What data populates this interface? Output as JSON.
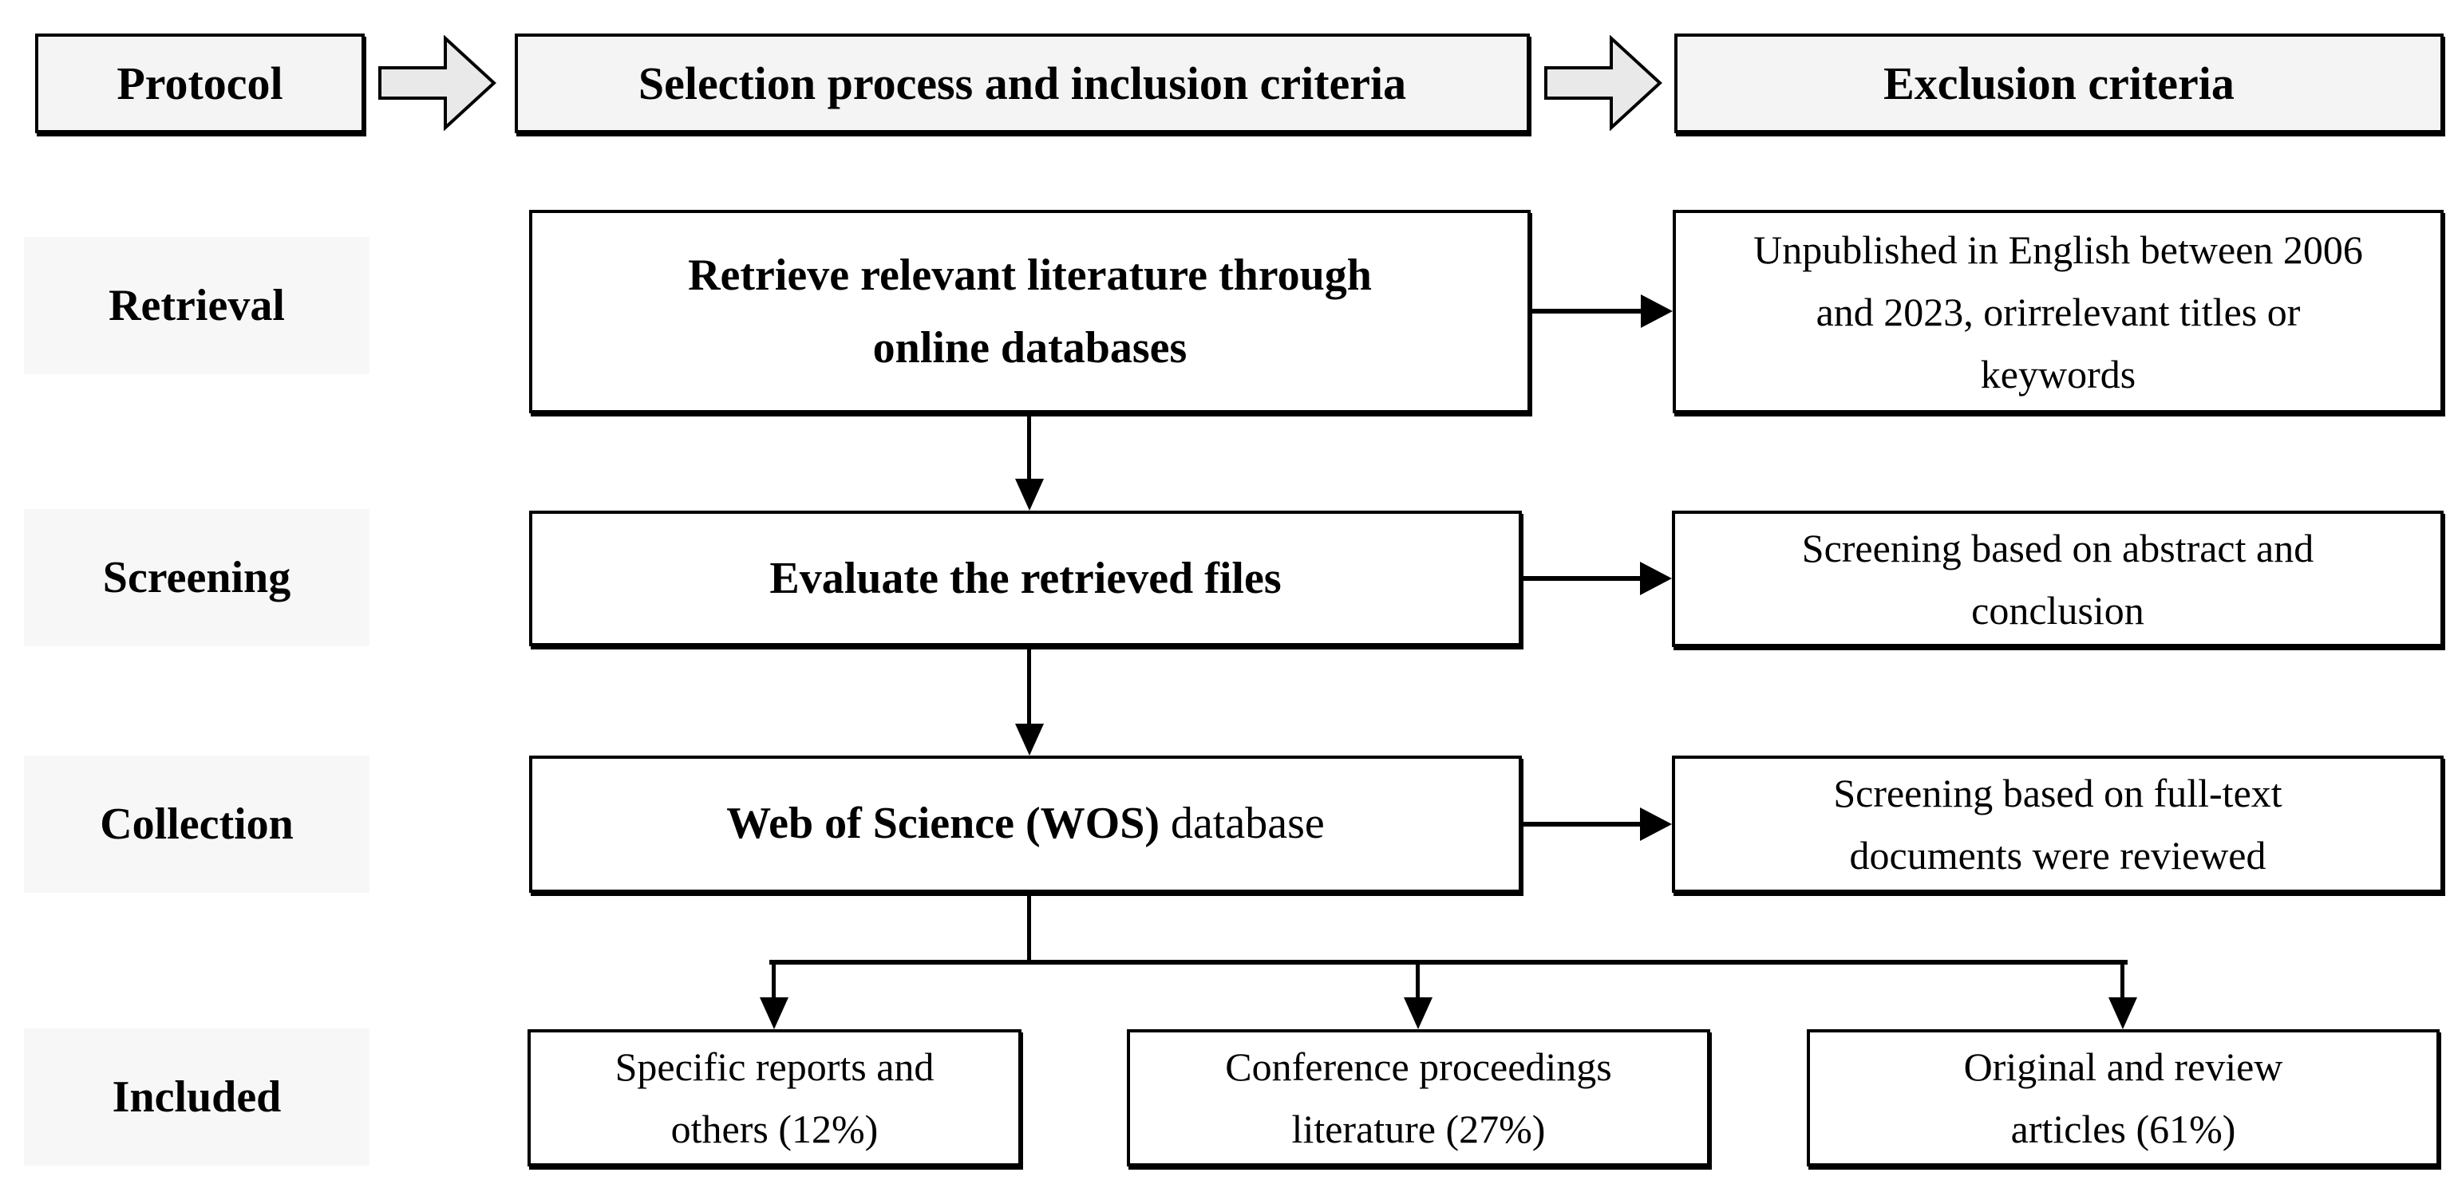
{
  "colors": {
    "box_border": "#000000",
    "box_bg": "#ffffff",
    "header_bg": "#f4f4f4",
    "label_bg": "#f7f7f7",
    "arrow_fill": "#e9e9e9"
  },
  "header": {
    "protocol": "Protocol",
    "selection": "Selection process and inclusion criteria",
    "exclusion": "Exclusion criteria"
  },
  "rows": [
    {
      "label": "Retrieval",
      "process": "Retrieve relevant literature through\nonline databases",
      "exclusion": "Unpublished in English between 2006\nand 2023, orirrelevant titles or\nkeywords"
    },
    {
      "label": "Screening",
      "process": "Evaluate the retrieved files",
      "exclusion": "Screening based on abstract and\nconclusion"
    },
    {
      "label": "Collection",
      "process_bold": "Web of Science (WOS)",
      "process_rest": " database",
      "exclusion": "Screening based on full-text\ndocuments were reviewed"
    },
    {
      "label": "Included"
    }
  ],
  "included_boxes": [
    {
      "text": "Specific reports and\nothers (12%)"
    },
    {
      "text": "Conference proceedings\nliterature (27%)"
    },
    {
      "text": "Original and review\narticles (61%)"
    }
  ]
}
